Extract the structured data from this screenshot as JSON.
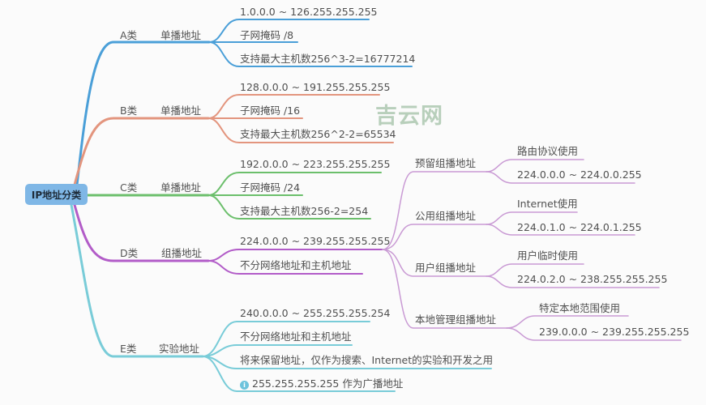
{
  "root": {
    "label": "IP地址分类"
  },
  "watermark": "吉云网",
  "colors": {
    "A": "#4a9fd8",
    "B": "#e3957e",
    "C": "#6cbf6c",
    "D": "#b25cc8",
    "D_sub": "#c99ad4",
    "E": "#79ccd8",
    "root_bg": "#7fb7e6"
  },
  "classes": [
    {
      "name": "A类",
      "type": "单播地址",
      "items": [
        "1.0.0.0 ~ 126.255.255.255",
        "子网掩码 /8",
        "支持最大主机数256^3-2=16777214"
      ]
    },
    {
      "name": "B类",
      "type": "单播地址",
      "items": [
        "128.0.0.0 ~ 191.255.255.255",
        "子网掩码 /16",
        "支持最大主机数256^2-2=65534"
      ]
    },
    {
      "name": "C类",
      "type": "单播地址",
      "items": [
        "192.0.0.0 ~ 223.255.255.255",
        "子网掩码 /24",
        "支持最大主机数256-2=254"
      ]
    },
    {
      "name": "D类",
      "type": "组播地址",
      "items": [
        "224.0.0.0 ~ 239.255.255.255",
        "不分网络地址和主机地址"
      ],
      "subgroups": [
        {
          "name": "预留组播地址",
          "items": [
            "路由协议使用",
            "224.0.0.0 ~ 224.0.0.255"
          ]
        },
        {
          "name": "公用组播地址",
          "items": [
            "Internet使用",
            "224.0.1.0 ~ 224.0.1.255"
          ]
        },
        {
          "name": "用户组播地址",
          "items": [
            "用户临时使用",
            "224.0.2.0 ~ 238.255.255.255"
          ]
        },
        {
          "name": "本地管理组播地址",
          "items": [
            "特定本地范围使用",
            "239.0.0.0 ~ 239.255.255.255"
          ]
        }
      ]
    },
    {
      "name": "E类",
      "type": "实验地址",
      "items": [
        "240.0.0.0 ~ 255.255.255.254",
        "不分网络地址和主机地址",
        "将来保留地址，仅作为搜索、Internet的实验和开发之用",
        "255.255.255.255 作为广播地址"
      ],
      "note_icon": "info-icon"
    }
  ]
}
